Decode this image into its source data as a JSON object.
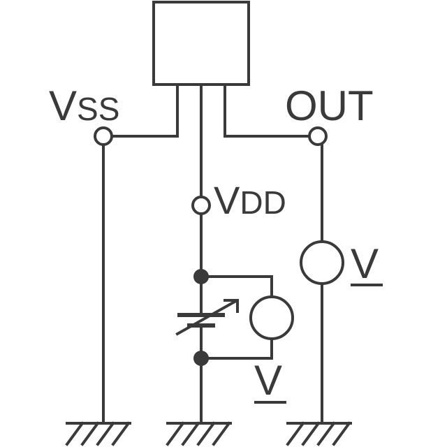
{
  "labels": {
    "vss_main": "V",
    "vss_sub": "SS",
    "vdd_main": "V",
    "vdd_sub": "DD",
    "out": "OUT",
    "meter_right": "V",
    "meter_left": "V"
  },
  "colors": {
    "stroke": "#3a3a3a",
    "background": "#ffffff"
  }
}
